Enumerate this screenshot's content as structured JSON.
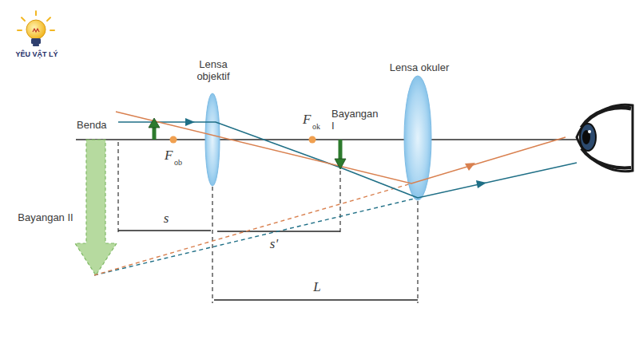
{
  "diagram": {
    "labels": [
      "YÊU VẬT LÝ",
      "Lensa objektif",
      "Lensa okuler",
      "Benda",
      "Bayangan I",
      "Bayangan II",
      "F",
      "ob",
      "F",
      "ok",
      "s",
      "s'",
      "L"
    ]
  }
}
